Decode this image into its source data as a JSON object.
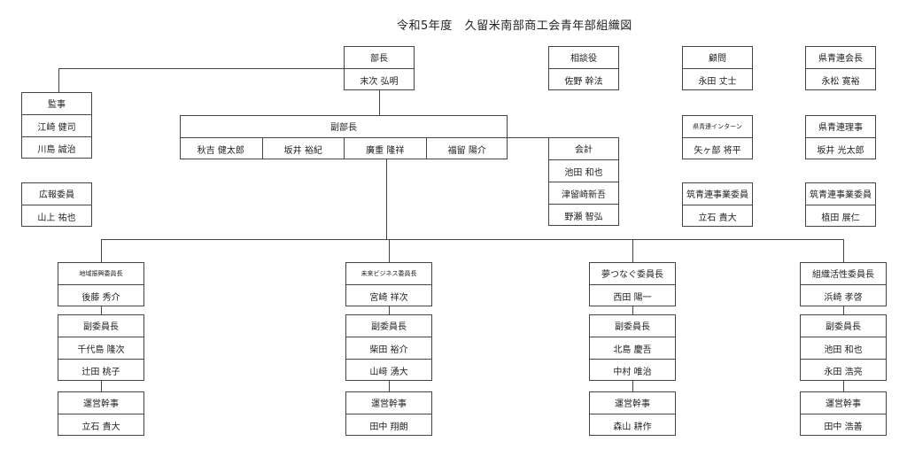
{
  "title": {
    "part1": "令和5年度",
    "part2": "久留米南部商工会青年部組織図"
  },
  "bucho": {
    "title": "部長",
    "names": [
      "末次 弘明"
    ]
  },
  "sodanyaku": {
    "title": "相談役",
    "names": [
      "佐野 幹法"
    ]
  },
  "komon": {
    "title": "顧問",
    "names": [
      "永田 丈士"
    ]
  },
  "ken_kaicho": {
    "title": "県青連会長",
    "names": [
      "永松 寛裕"
    ]
  },
  "kanji": {
    "title": "監事",
    "names": [
      "江崎 健司",
      "川島 誠治"
    ]
  },
  "fukubucho": {
    "title": "副部長",
    "names": [
      "秋吉 健太郎",
      "坂井 裕紀",
      "廣重 隆祥",
      "福留 陽介"
    ]
  },
  "kaikei": {
    "title": "会計",
    "names": [
      "池田 和也",
      "津留崎新吾",
      "野瀬 智弘"
    ]
  },
  "intern": {
    "title": "県青連インターン",
    "names": [
      "矢ヶ部 将平"
    ]
  },
  "ken_riji": {
    "title": "県青連理事",
    "names": [
      "坂井 光太郎"
    ]
  },
  "koho": {
    "title": "広報委員",
    "names": [
      "山上 祐也"
    ]
  },
  "chikusei_1": {
    "title": "筑青連事業委員",
    "names": [
      "立石 貴大"
    ]
  },
  "chikusei_2": {
    "title": "筑青連事業委員",
    "names": [
      "植田 展仁"
    ]
  },
  "committees": [
    {
      "head": {
        "title": "地域振興委員長",
        "names": [
          "後藤 秀介"
        ]
      },
      "vice": {
        "title": "副委員長",
        "names": [
          "千代島 隆次",
          "辻田 桃子"
        ]
      },
      "op": {
        "title": "運営幹事",
        "names": [
          "立石 貴大"
        ]
      }
    },
    {
      "head": {
        "title": "未来ビジネス委員長",
        "names": [
          "宮崎 祥次"
        ]
      },
      "vice": {
        "title": "副委員長",
        "names": [
          "柴田 裕介",
          "山﨑 湧大"
        ]
      },
      "op": {
        "title": "運営幹事",
        "names": [
          "田中 翔朗"
        ]
      }
    },
    {
      "head": {
        "title": "夢つなぐ委員長",
        "names": [
          "西田 陽一"
        ]
      },
      "vice": {
        "title": "副委員長",
        "names": [
          "北島 慶吾",
          "中村 唯治"
        ]
      },
      "op": {
        "title": "運営幹事",
        "names": [
          "森山 耕作"
        ]
      }
    },
    {
      "head": {
        "title": "組織活性委員長",
        "names": [
          "浜崎 孝啓"
        ]
      },
      "vice": {
        "title": "副委員長",
        "names": [
          "池田 和也",
          "永田 浩亮"
        ]
      },
      "op": {
        "title": "運営幹事",
        "names": [
          "田中 浩善"
        ]
      }
    }
  ]
}
